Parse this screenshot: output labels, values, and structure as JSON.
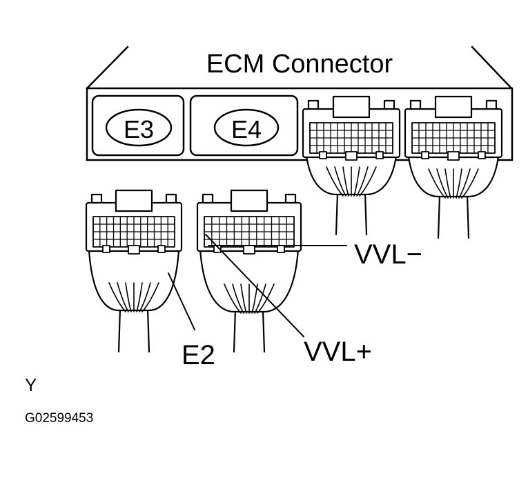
{
  "title": "ECM Connector",
  "connectors": {
    "e3": "E3",
    "e4": "E4"
  },
  "callouts": {
    "vvl_minus": "VVL−",
    "vvl_plus": "VVL+",
    "e2": "E2"
  },
  "footer": {
    "mark": "Y",
    "code": "G02599453"
  }
}
